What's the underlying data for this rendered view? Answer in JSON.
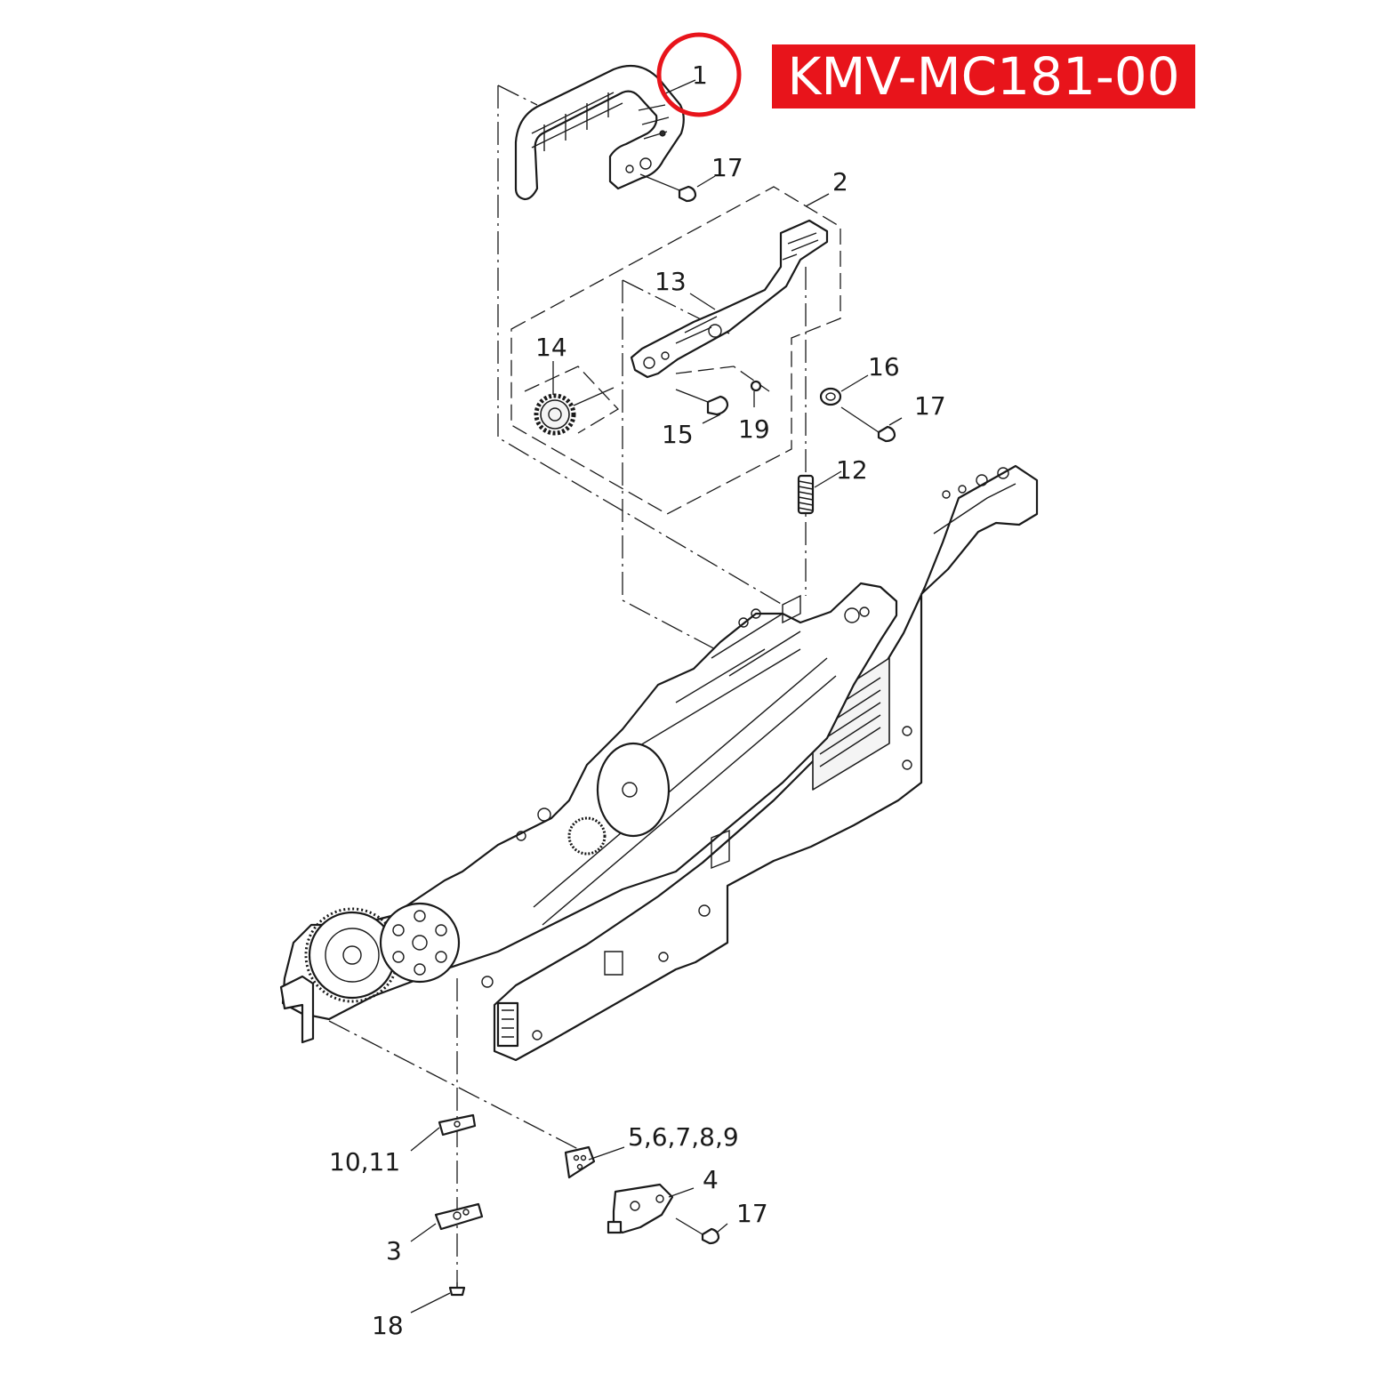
{
  "badge": {
    "text": "KMV-MC181-00",
    "background": "#e8141b",
    "color": "#ffffff"
  },
  "highlight": {
    "target_callout": "1",
    "color": "#e8141b"
  },
  "callouts": {
    "c1": "1",
    "c2": "2",
    "c3": "3",
    "c4": "4",
    "c5": "5,6,7,8,9",
    "c10": "10,11",
    "c12": "12",
    "c13": "13",
    "c14": "14",
    "c15": "15",
    "c16": "16",
    "c17a": "17",
    "c17b": "17",
    "c17c": "17",
    "c18": "18",
    "c19": "19"
  }
}
